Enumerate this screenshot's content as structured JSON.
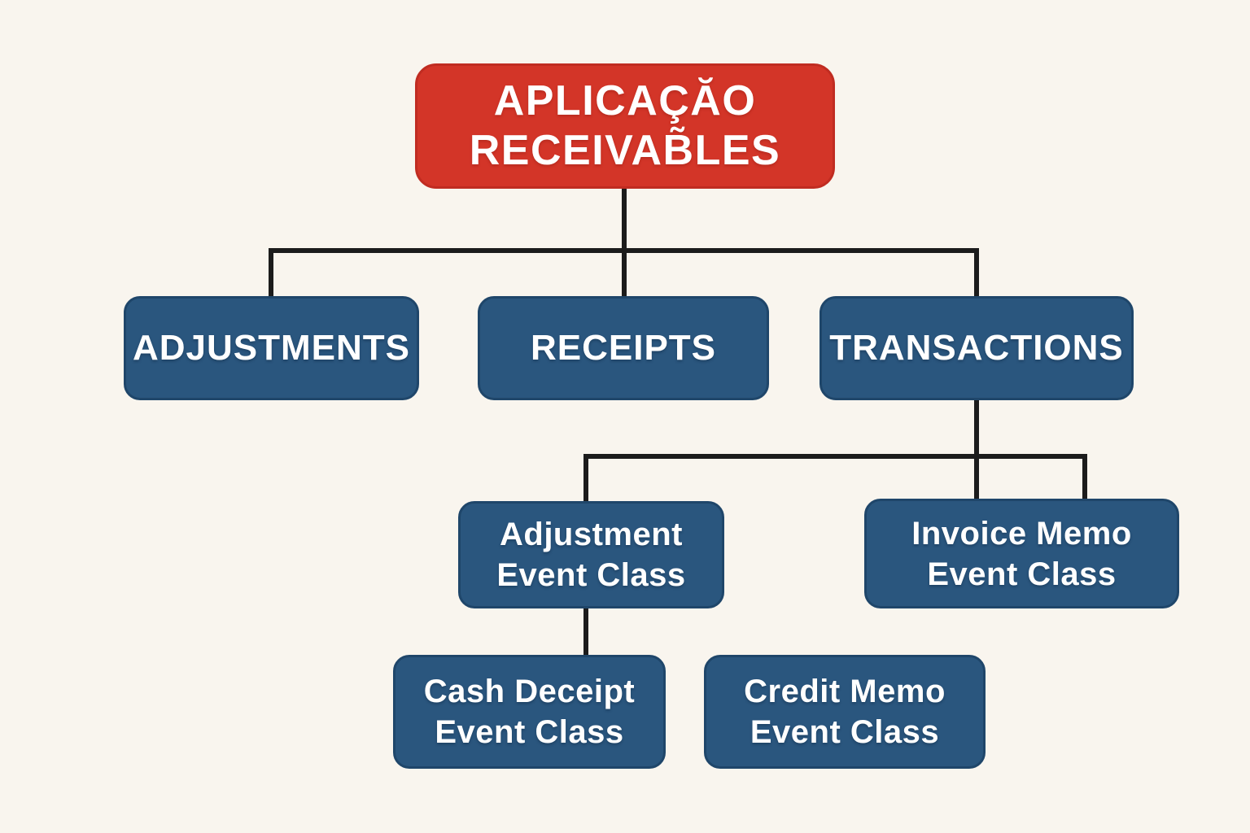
{
  "palette": {
    "background": "#f9f5ee",
    "root_fill": "#d33528",
    "node_fill": "#2a567e",
    "connector": "#1c1c1c",
    "label_text": "#ffffff"
  },
  "nodes": {
    "root": {
      "label": "APLICAÇĂO\nRECEIVAB̃LES"
    },
    "adjustments": {
      "label": "ADJUSTMENTS"
    },
    "receipts": {
      "label": "RECEIPTS"
    },
    "transactions": {
      "label": "TRANSACTIONS"
    },
    "adjustment_event": {
      "label": "Adjustment\nEvent Class"
    },
    "invoice_memo": {
      "label": "Invoice Memo\nEvent Class"
    },
    "cash_deceipt": {
      "label": "Cash Deceipt\nEvent Class"
    },
    "credit_memo": {
      "label": "Credit Memo\nEvent Class"
    }
  },
  "edges": [
    {
      "from": "root",
      "to": "adjustments"
    },
    {
      "from": "root",
      "to": "receipts"
    },
    {
      "from": "root",
      "to": "transactions"
    },
    {
      "from": "transactions",
      "to": "adjustment_event"
    },
    {
      "from": "transactions",
      "to": "invoice_memo"
    },
    {
      "from": "adjustment_event",
      "to": "cash_deceipt"
    }
  ]
}
